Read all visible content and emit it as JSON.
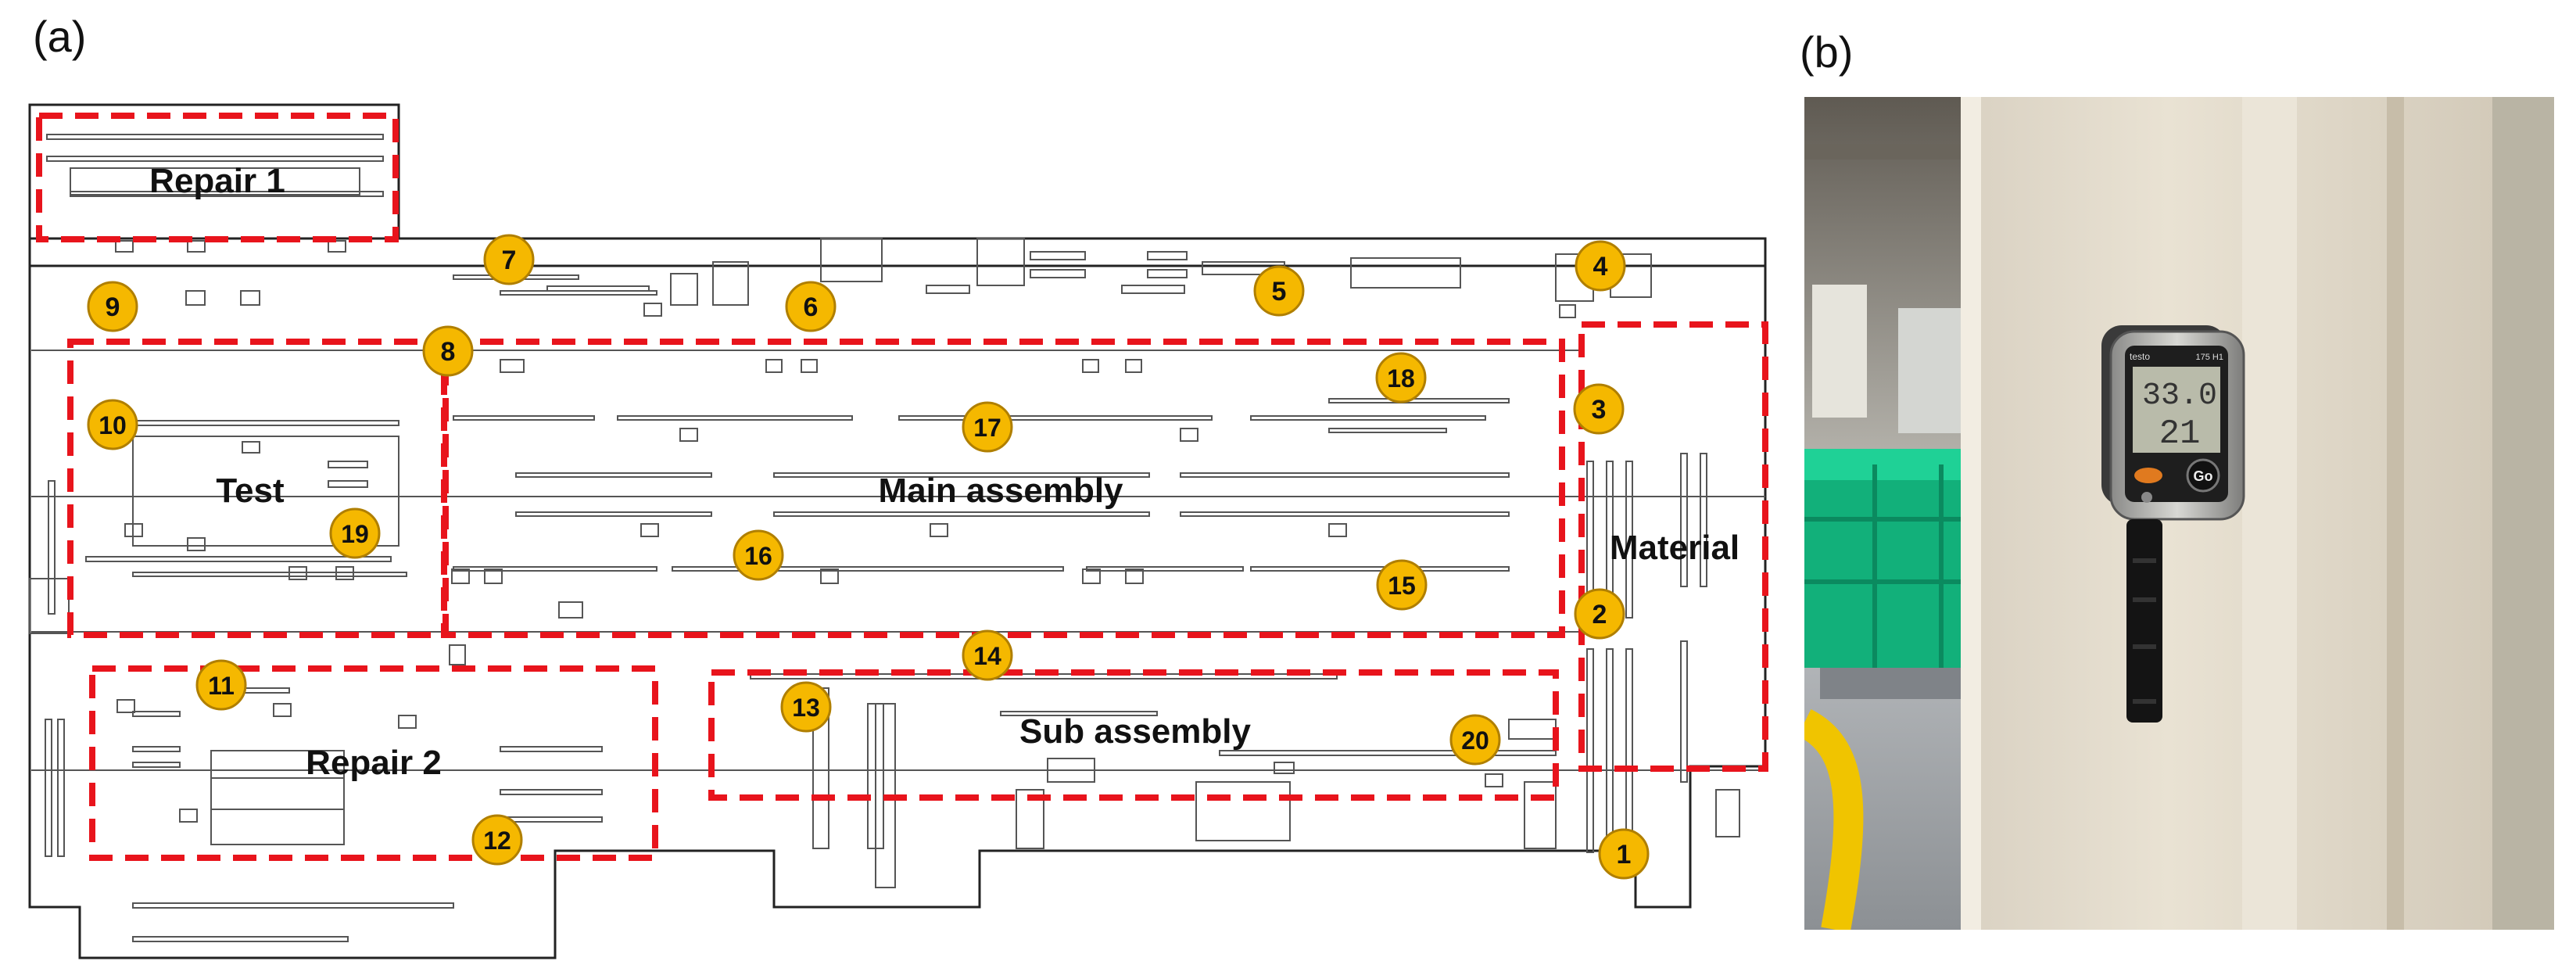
{
  "panels": {
    "a": "(a)",
    "b": "(b)"
  },
  "zones": {
    "repair1": "Repair 1",
    "test": "Test",
    "main_assembly": "Main assembly",
    "material": "Material",
    "repair2": "Repair 2",
    "sub_assembly": "Sub assembly"
  },
  "markers": [
    "1",
    "2",
    "3",
    "4",
    "5",
    "6",
    "7",
    "8",
    "9",
    "10",
    "11",
    "12",
    "13",
    "14",
    "15",
    "16",
    "17",
    "18",
    "19",
    "20"
  ],
  "logger": {
    "brand": "testo",
    "model": "175 H1",
    "reading_top": "33.0",
    "reading_bottom": "21",
    "button": "Go"
  },
  "colors": {
    "zone_border": "#e8141c",
    "marker_fill": "#f5b800",
    "marker_stroke": "#b07f00",
    "plan_line": "#222222"
  }
}
